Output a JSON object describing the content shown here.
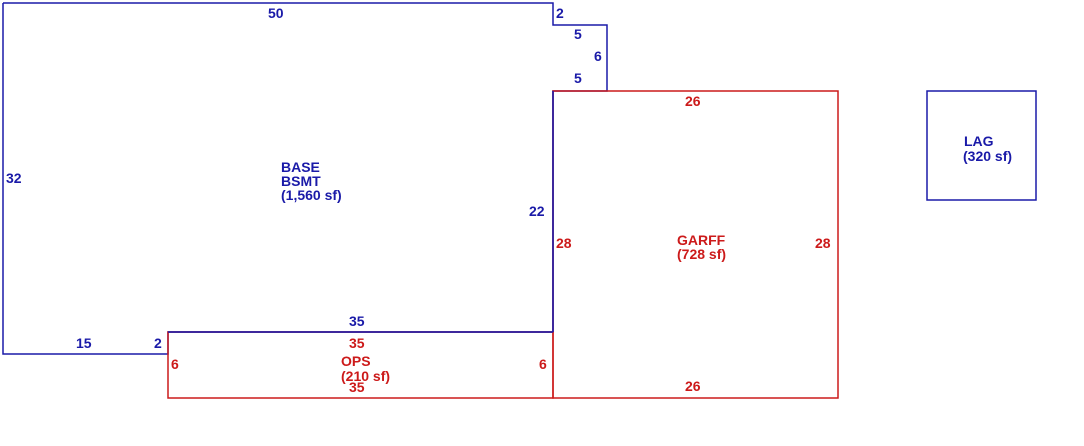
{
  "colors": {
    "blue": "#1a1aa8",
    "red": "#cc1a1a",
    "background": "#ffffff"
  },
  "areas": {
    "base": {
      "code": "BASE",
      "subcode": "BSMT",
      "area": "(1,560 sf)",
      "color": "blue"
    },
    "garff": {
      "code": "GARFF",
      "area": "(728 sf)",
      "color": "red"
    },
    "ops": {
      "code": "OPS",
      "area": "(210 sf)",
      "color": "red"
    },
    "lag": {
      "code": "LAG",
      "area": "(320 sf)",
      "color": "blue"
    }
  },
  "dimensions": {
    "base": {
      "top": "50",
      "step_top": "2",
      "step_5a": "5",
      "step_6": "6",
      "step_5b": "5",
      "right": "22",
      "bottom_inner": "35",
      "left": "32",
      "bottom_left": "15",
      "jog": "2"
    },
    "garff": {
      "top": "26",
      "left": "28",
      "right": "28",
      "bottom": "26"
    },
    "ops": {
      "top": "35",
      "left": "6",
      "right": "6",
      "bottom": "35"
    }
  }
}
